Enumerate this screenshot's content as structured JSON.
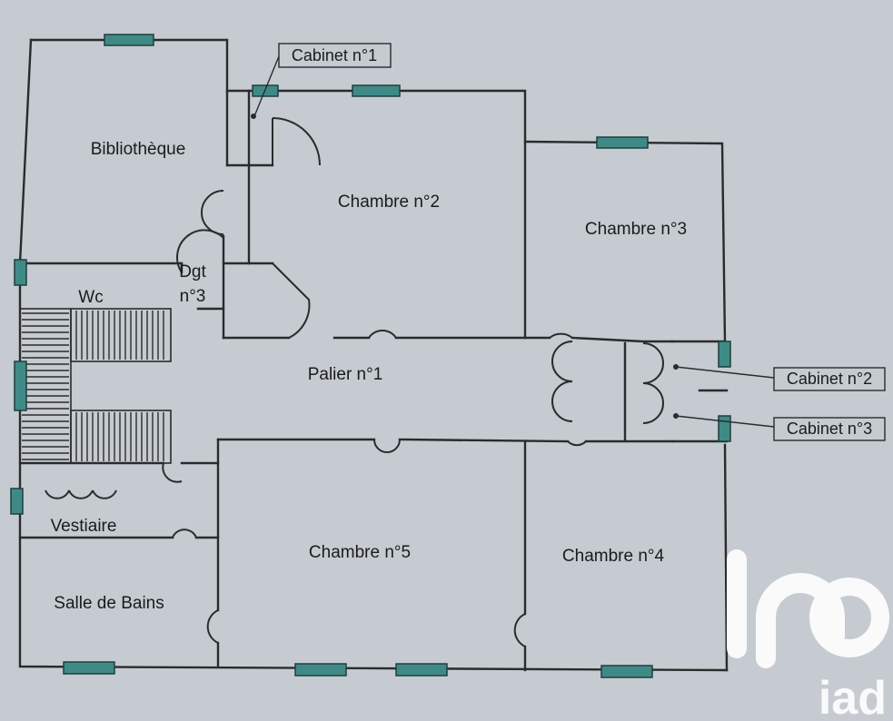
{
  "rooms": {
    "bibliotheque": "Bibliothèque",
    "chambre2": "Chambre n°2",
    "chambre3": "Chambre n°3",
    "dgt_line1": "Dgt",
    "dgt_line2": "n°3",
    "wc": "Wc",
    "palier": "Palier n°1",
    "vestiaire": "Vestiaire",
    "salle_de_bains": "Salle de Bains",
    "chambre5": "Chambre n°5",
    "chambre4": "Chambre n°4"
  },
  "callouts": {
    "cabinet1": "Cabinet n°1",
    "cabinet2": "Cabinet n°2",
    "cabinet3": "Cabinet n°3"
  },
  "watermark": {
    "brand": "iad"
  },
  "colors": {
    "background": "#c5cbd1",
    "walls": "#2b2b2b",
    "windows": "#3f8a86",
    "logo": "#ffffff"
  }
}
